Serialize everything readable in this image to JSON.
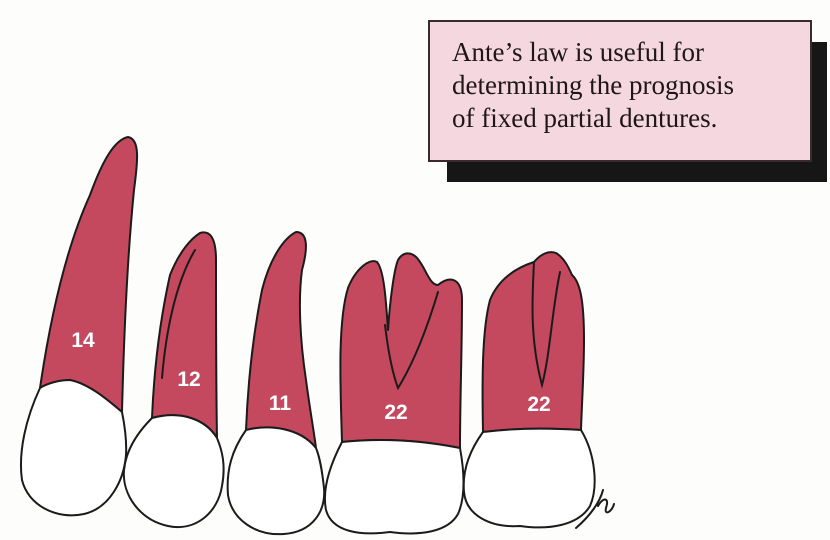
{
  "callout": {
    "text": "Ante’s law is useful for\ndetermining the prognosis\nof fixed partial dentures."
  },
  "teeth": [
    {
      "label": "14"
    },
    {
      "label": "12"
    },
    {
      "label": "11"
    },
    {
      "label": "22"
    },
    {
      "label": "22"
    }
  ],
  "colors": {
    "root": "#c4485e",
    "crown": "#ffffff",
    "callout_background": "#f5d7df",
    "callout_shadow": "#161616"
  }
}
